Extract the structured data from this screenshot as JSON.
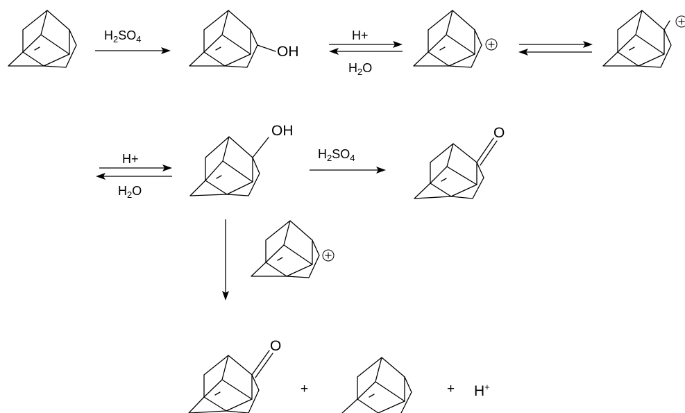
{
  "reagents": {
    "sulfuric_acid": {
      "base": "H",
      "sub1": "2",
      "mid": "SO",
      "sub2": "4"
    },
    "proton": "H+",
    "water": {
      "base": "H",
      "sub": "2",
      "tail": "O"
    }
  },
  "atoms": {
    "hydroxyl": "OH",
    "oxygen": "O"
  },
  "operators": {
    "plus": "+"
  },
  "products": {
    "proton": {
      "base": "H",
      "sup": "+"
    }
  }
}
